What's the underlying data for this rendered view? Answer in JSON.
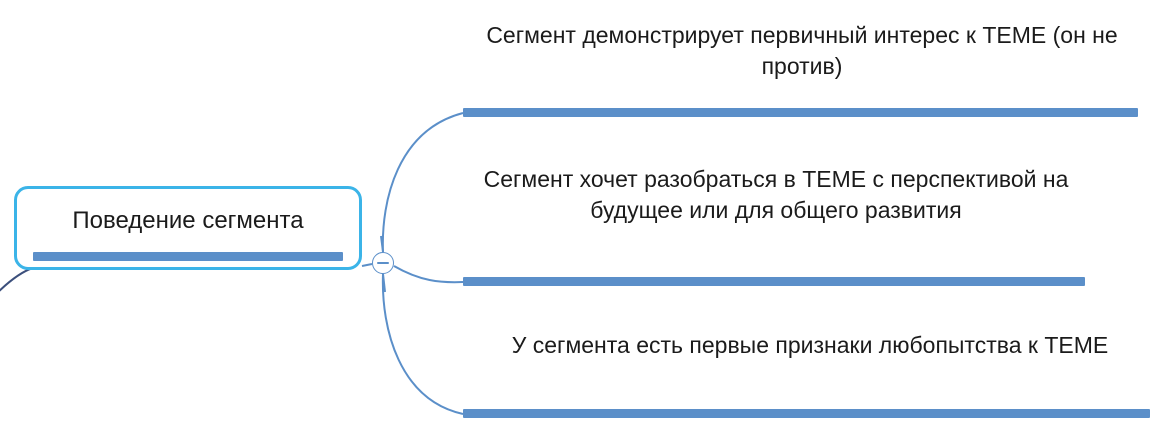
{
  "diagram": {
    "type": "mind-map",
    "root": {
      "label": "Поведение сегмента",
      "border_color": "#3BB4E8",
      "bar_color": "#5B8FC9",
      "text_color": "#1b1b1b"
    },
    "toggle": {
      "icon": "minus-icon",
      "state": "expanded",
      "color": "#5B8FC9"
    },
    "branches": [
      {
        "id": "branch-1",
        "text": "Сегмент демонстрирует первичный интерес к ТЕМЕ (он не против)",
        "bar_color": "#5B8FC9"
      },
      {
        "id": "branch-2",
        "text": "Сегмент хочет разобраться в ТЕМЕ с перспективой на будущее или для общего развития",
        "bar_color": "#5B8FC9"
      },
      {
        "id": "branch-3",
        "text": "У сегмента есть первые признаки любопытства к ТЕМЕ",
        "bar_color": "#5B8FC9"
      }
    ],
    "connector_color": "#5B8FC9",
    "incoming_connector_color": "#3C4F7C"
  }
}
